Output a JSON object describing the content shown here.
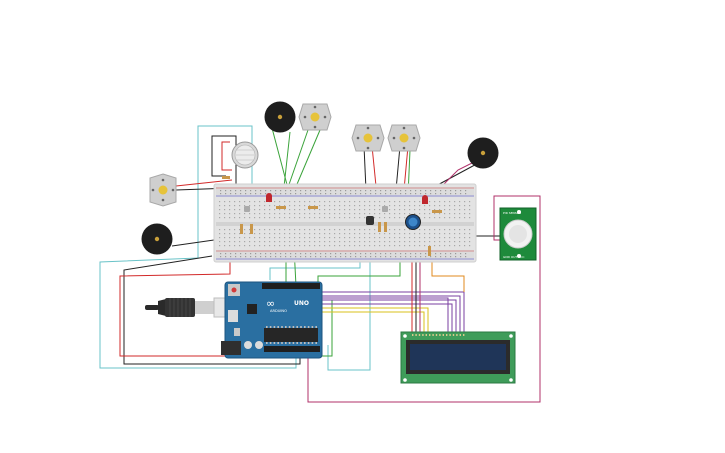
{
  "arduino": {
    "brand": "ARDUINO",
    "model": "UNO",
    "infinity": "∞"
  },
  "pir_sensor": {
    "label_top": "PIR SENSOR",
    "label_bottom": "GND OUT VCC"
  },
  "colors": {
    "breadboard": "#e3e3e3",
    "arduino_board": "#2a6fa1",
    "lcd_board": "#3f9c5a",
    "lcd_screen": "#1f3558",
    "pir_board": "#1e8a3b",
    "buzzer": "#1e1e1e",
    "motor_body": "#cfcfcf",
    "motor_center": "#e6c33a",
    "wire_red": "#d22a2a",
    "wire_black": "#222222",
    "wire_green": "#3aa33a",
    "wire_purple": "#7a3fa1",
    "wire_yellow": "#d9c21b",
    "wire_cyan": "#6ac3c8",
    "wire_magenta": "#b0306a",
    "wire_orange": "#e08a1e"
  },
  "icons": {
    "buzzer": "buzzer-icon",
    "motor": "dc-motor-icon",
    "gas_sensor": "gas-sensor-icon",
    "potentiometer": "potentiometer-icon",
    "usb_cable": "usb-cable-icon"
  }
}
